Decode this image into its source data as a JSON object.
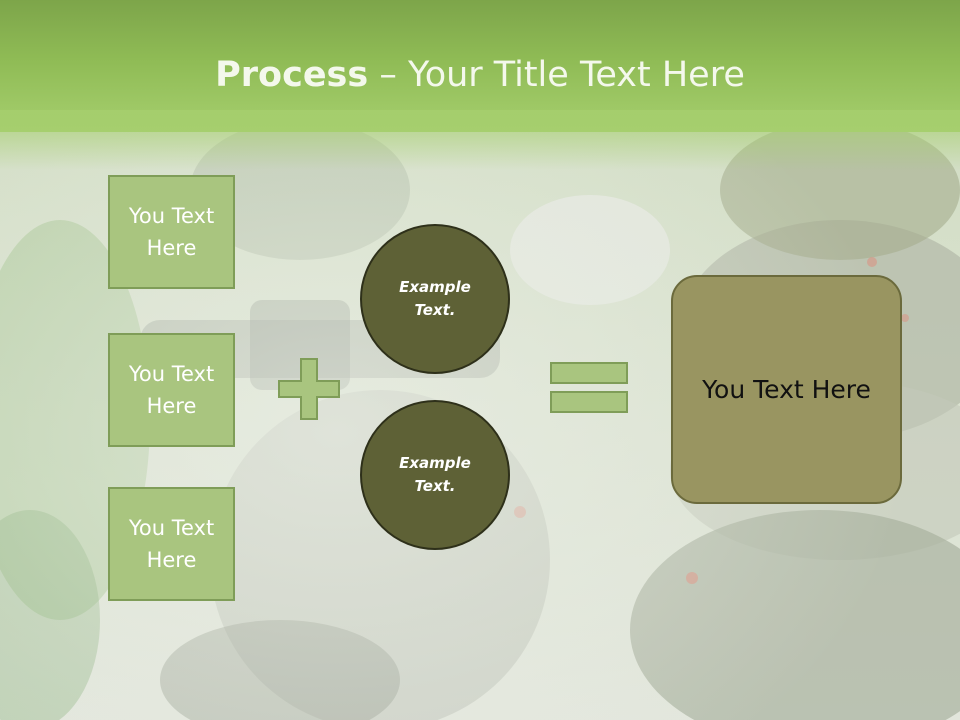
{
  "title": {
    "bold": "Process",
    "rest": " – Your Title Text Here"
  },
  "left_boxes": [
    {
      "label": "You Text Here"
    },
    {
      "label": "You Text Here"
    },
    {
      "label": "You Text Here"
    }
  ],
  "circles": [
    {
      "label": "Example Text."
    },
    {
      "label": "Example Text."
    }
  ],
  "operators": {
    "plus": "plus-icon",
    "equals": "equals-icon"
  },
  "result": {
    "label": "You Text Here"
  },
  "colors": {
    "header": "#8fbb55",
    "box_fill": "#a9c57f",
    "circle_fill": "#5e6136",
    "result_fill": "#999561"
  }
}
